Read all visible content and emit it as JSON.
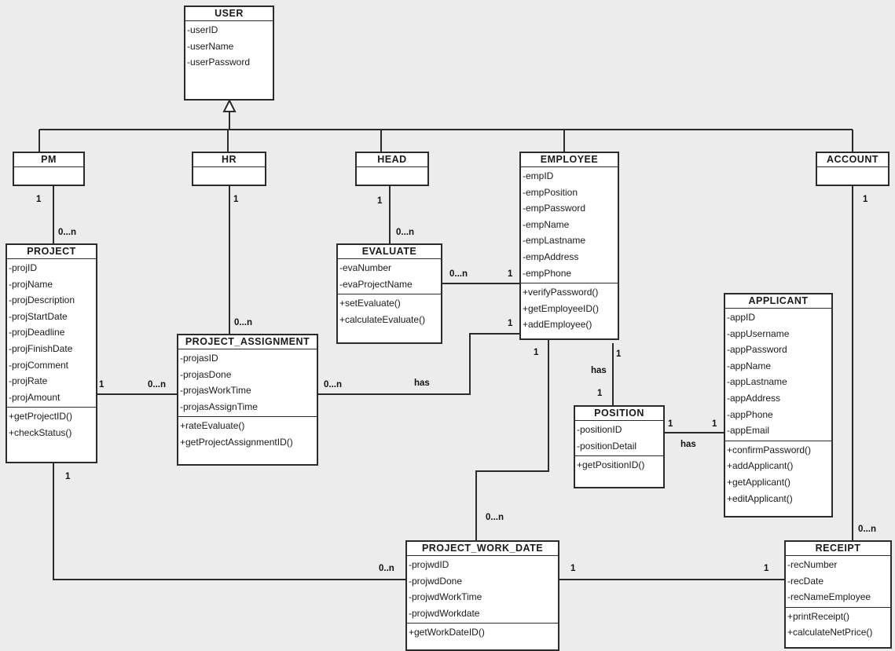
{
  "classes": {
    "user": {
      "name": "USER",
      "attrs": [
        "-userID",
        "-userName",
        "-userPassword"
      ],
      "ops": []
    },
    "pm": {
      "name": "PM",
      "attrs": [],
      "ops": []
    },
    "hr": {
      "name": "HR",
      "attrs": [],
      "ops": []
    },
    "head": {
      "name": "HEAD",
      "attrs": [],
      "ops": []
    },
    "employee": {
      "name": "EMPLOYEE",
      "attrs": [
        "-empID",
        "-empPosition",
        "-empPassword",
        "-empName",
        "-empLastname",
        "-empAddress",
        "-empPhone"
      ],
      "ops": [
        "+verifyPassword()",
        "+getEmployeeID()",
        "+addEmployee()"
      ]
    },
    "account": {
      "name": "ACCOUNT",
      "attrs": [],
      "ops": []
    },
    "project": {
      "name": "PROJECT",
      "attrs": [
        "-projID",
        "-projName",
        "-projDescription",
        "-projStartDate",
        "-projDeadline",
        "-projFinishDate",
        "-projComment",
        "-projRate",
        "-projAmount"
      ],
      "ops": [
        "+getProjectID()",
        "+checkStatus()"
      ]
    },
    "evaluate": {
      "name": "EVALUATE",
      "attrs": [
        "-evaNumber",
        "-evaProjectName"
      ],
      "ops": [
        "+setEvaluate()",
        "+calculateEvaluate()"
      ]
    },
    "project_assignment": {
      "name": "PROJECT_ASSIGNMENT",
      "attrs": [
        "-projasID",
        "-projasDone",
        "-projasWorkTime",
        "-projasAssignTime"
      ],
      "ops": [
        "+rateEvaluate()",
        "+getProjectAssignmentID()"
      ]
    },
    "applicant": {
      "name": "APPLICANT",
      "attrs": [
        "-appID",
        "-appUsername",
        "-appPassword",
        "-appName",
        "-appLastname",
        "-appAddress",
        "-appPhone",
        "-appEmail"
      ],
      "ops": [
        "+confirmPassword()",
        "+addApplicant()",
        "+getApplicant()",
        "+editApplicant()"
      ]
    },
    "position": {
      "name": "POSITION",
      "attrs": [
        "-positionID",
        "-positionDetail"
      ],
      "ops": [
        "+getPositionID()"
      ]
    },
    "project_work_date": {
      "name": "PROJECT_WORK_DATE",
      "attrs": [
        "-projwdID",
        "-projwdDone",
        "-projwdWorkTime",
        "-projwdWorkdate"
      ],
      "ops": [
        "+getWorkDateID()"
      ]
    },
    "receipt": {
      "name": "RECEIPT",
      "attrs": [
        "-recNumber",
        "-recDate",
        "-recNameEmployee"
      ],
      "ops": [
        "+printReceipt()",
        "+calculateNetPrice()"
      ]
    }
  },
  "labels": {
    "pm_1": "1",
    "project_0n": "0...n",
    "hr_1": "1",
    "pa_0n_top": "0...n",
    "head_1": "1",
    "eva_0n_top": "0...n",
    "eva_0n_right": "0...n",
    "emp_1_eva": "1",
    "account_1": "1",
    "proj_1_pa": "1",
    "pa_0n_left": "0...n",
    "pa_0n_right": "0...n",
    "has_pa": "has",
    "emp_1_pa": "1",
    "emp_1_pwd": "1",
    "emp_1_pos": "1",
    "has_emp_pos": "has",
    "pos_1_top": "1",
    "pos_1_app": "1",
    "has_pos_app": "has",
    "app_1": "1",
    "proj_1_bottom": "1",
    "pwd_0n_top": "0...n",
    "pwd_0n_left": "0..n",
    "pwd_1_right": "1",
    "rec_1_left": "1",
    "rec_0n_top": "0...n"
  }
}
